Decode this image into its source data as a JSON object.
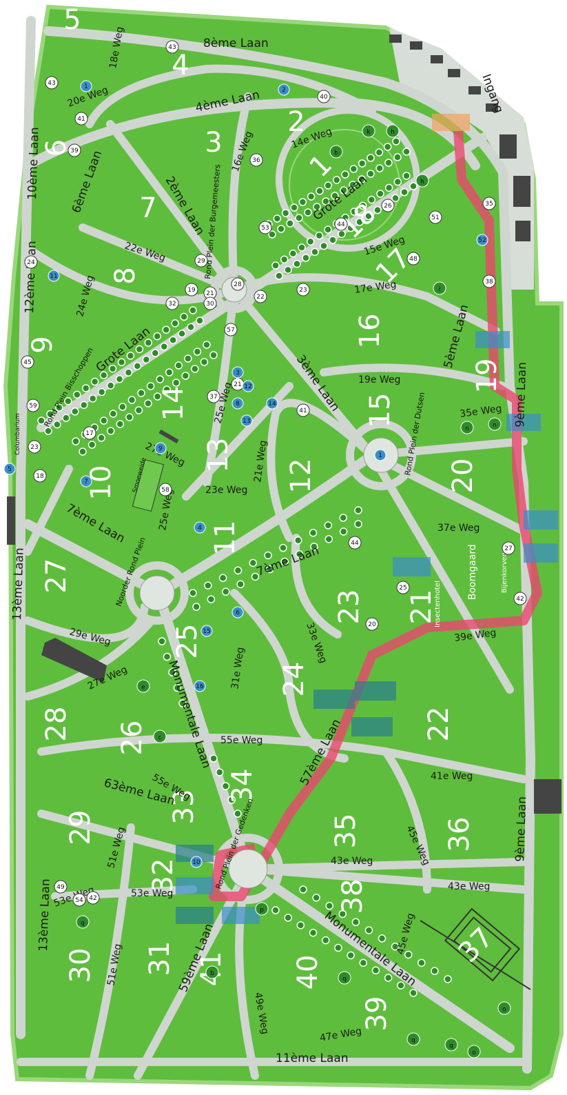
{
  "map": {
    "entrance_label": "Ingang",
    "sections": [
      {
        "id": "5",
        "label": "5"
      },
      {
        "id": "4",
        "label": "4"
      },
      {
        "id": "3",
        "label": "3"
      },
      {
        "id": "2",
        "label": "2"
      },
      {
        "id": "1",
        "label": "1"
      },
      {
        "id": "18",
        "label": "18"
      },
      {
        "id": "17",
        "label": "17"
      },
      {
        "id": "16",
        "label": "16"
      },
      {
        "id": "6",
        "label": "6"
      },
      {
        "id": "7",
        "label": "7"
      },
      {
        "id": "8",
        "label": "8"
      },
      {
        "id": "9",
        "label": "9"
      },
      {
        "id": "14",
        "label": "14"
      },
      {
        "id": "15",
        "label": "15"
      },
      {
        "id": "19",
        "label": "19"
      },
      {
        "id": "13",
        "label": "13"
      },
      {
        "id": "12",
        "label": "12"
      },
      {
        "id": "20",
        "label": "20"
      },
      {
        "id": "10",
        "label": "10"
      },
      {
        "id": "11",
        "label": "11"
      },
      {
        "id": "27",
        "label": "27"
      },
      {
        "id": "23",
        "label": "23"
      },
      {
        "id": "21",
        "label": "21"
      },
      {
        "id": "25",
        "label": "25"
      },
      {
        "id": "24",
        "label": "24"
      },
      {
        "id": "22",
        "label": "22"
      },
      {
        "id": "28",
        "label": "28"
      },
      {
        "id": "26",
        "label": "26"
      },
      {
        "id": "34",
        "label": "34"
      },
      {
        "id": "33",
        "label": "33"
      },
      {
        "id": "35",
        "label": "35"
      },
      {
        "id": "36",
        "label": "36"
      },
      {
        "id": "29",
        "label": "29"
      },
      {
        "id": "32",
        "label": "32"
      },
      {
        "id": "38",
        "label": "38"
      },
      {
        "id": "31",
        "label": "31"
      },
      {
        "id": "30",
        "label": "30"
      },
      {
        "id": "41",
        "label": "41"
      },
      {
        "id": "40",
        "label": "40"
      },
      {
        "id": "37",
        "label": "37"
      },
      {
        "id": "39",
        "label": "39"
      }
    ],
    "roads": {
      "laan_8": "8ème Laan",
      "laan_4": "4ème Laan",
      "laan_10": "10ème Laan",
      "laan_6": "6ème Laan",
      "laan_2": "2ème Laan",
      "laan_12": "12ème Laan",
      "laan_3": "3ème Laan",
      "laan_5": "5ème Laan",
      "laan_9a": "9ème Laan",
      "laan_7": "7ème Laan",
      "laan_7b": "7ème Laan",
      "laan_13a": "13ème Laan",
      "laan_57": "57ème Laan",
      "laan_63": "63ème Laan",
      "laan_9b": "9ème Laan",
      "laan_13b": "13ème Laan",
      "laan_59": "59ème Laan",
      "laan_11": "11ème Laan",
      "grote_laan_a": "Grote Laan",
      "grote_laan_b": "Grote Laan",
      "monumentale_a": "Monumentale Laan",
      "monumentale_b": "Monumentale Laan",
      "weg_18": "18e Weg",
      "weg_20": "20e Weg",
      "weg_14": "14e Weg",
      "weg_16": "16e Weg",
      "weg_22": "22e Weg",
      "weg_15": "15e Weg",
      "weg_24": "24e Weg",
      "weg_17": "17e Weg",
      "weg_19": "19e Weg",
      "weg_35": "35e Weg",
      "weg_25a": "25e Weg",
      "weg_21": "21e Weg",
      "weg_27a": "27e Weg",
      "weg_23": "23e Weg",
      "weg_25b": "25e Weg",
      "weg_37": "37e Weg",
      "weg_33": "33e Weg",
      "weg_29": "29e Weg",
      "weg_39": "39e Weg",
      "weg_31": "31e Weg",
      "weg_27b": "27e Weg",
      "weg_55a": "55e Weg",
      "weg_41": "41e Weg",
      "weg_55b": "55e Weg",
      "weg_45a": "45e Weg",
      "weg_43a": "43e Weg",
      "weg_51a": "51e Weg",
      "weg_43b": "43e Weg",
      "weg_53a": "53e Weg",
      "weg_53b": "53e Weg",
      "weg_45b": "45e Weg",
      "weg_51b": "51e Weg",
      "weg_49": "49e Weg",
      "weg_47": "47e Weg"
    },
    "plazas": {
      "burgemeesters": "Rond Plein der Burgemeesters",
      "dutsen": "Rond Plein der Dutsen",
      "noorder": "Noorder Rond Plein",
      "gedenken": "Rond Plein der Gedenken",
      "bischoppen": "Rond Plein Bisschoppen"
    },
    "features": {
      "columbarium": "Columbarium",
      "smoeweide": "Smoeweide",
      "boomgaard": "Boomgaard",
      "insectenhotel": "Insectenhotel",
      "bijenkorven": "Bijenkorven"
    },
    "markers_white": [
      "43",
      "40",
      "43",
      "41",
      "39",
      "36",
      "53",
      "29",
      "28",
      "21",
      "22",
      "23",
      "51",
      "48",
      "44",
      "26",
      "24",
      "32",
      "45",
      "30",
      "37",
      "19",
      "21",
      "57",
      "17",
      "41",
      "59",
      "23",
      "18",
      "58",
      "35",
      "38",
      "44",
      "25",
      "20",
      "27",
      "42",
      "49",
      "54",
      "42"
    ],
    "markers_blue": [
      "1",
      "2",
      "11",
      "3",
      "8",
      "12",
      "14",
      "13",
      "9",
      "7",
      "4",
      "6",
      "15",
      "16",
      "10",
      "5",
      "1",
      "52"
    ],
    "markers_letters": [
      "k",
      "b",
      "i",
      "h",
      "h",
      "n",
      "n",
      "e",
      "c",
      "p",
      "q",
      "q",
      "b",
      "o",
      "q",
      "q",
      "o"
    ],
    "colors": {
      "grass": "#5fbd3d",
      "grass_light": "#8fd36a",
      "path": "#cfd6cf",
      "route": "#e8476e",
      "highlight_blue": "#3a8fc9",
      "highlight_orange": "#f2a35e",
      "building": "#444444"
    }
  }
}
